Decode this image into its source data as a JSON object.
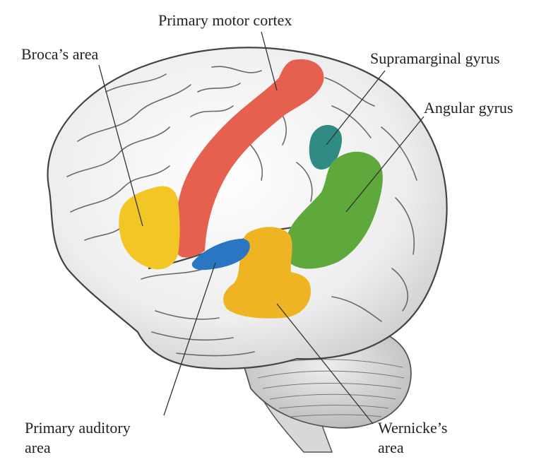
{
  "labels": {
    "primary_motor_cortex": "Primary motor cortex",
    "brocas_area": "Broca’s area",
    "supramarginal_gyrus": "Supramarginal gyrus",
    "angular_gyrus": "Angular gyrus",
    "primary_auditory_line1": "Primary auditory",
    "primary_auditory_line2": "area",
    "wernickes_line1": "Wernicke’s",
    "wernickes_line2": "area"
  },
  "colors": {
    "brocas_area": "#f2c624",
    "primary_motor_cortex": "#e5604e",
    "supramarginal_gyrus": "#2f8b83",
    "angular_gyrus": "#5ea83c",
    "wernickes_area": "#efb423",
    "primary_auditory_area": "#2a76c3"
  }
}
